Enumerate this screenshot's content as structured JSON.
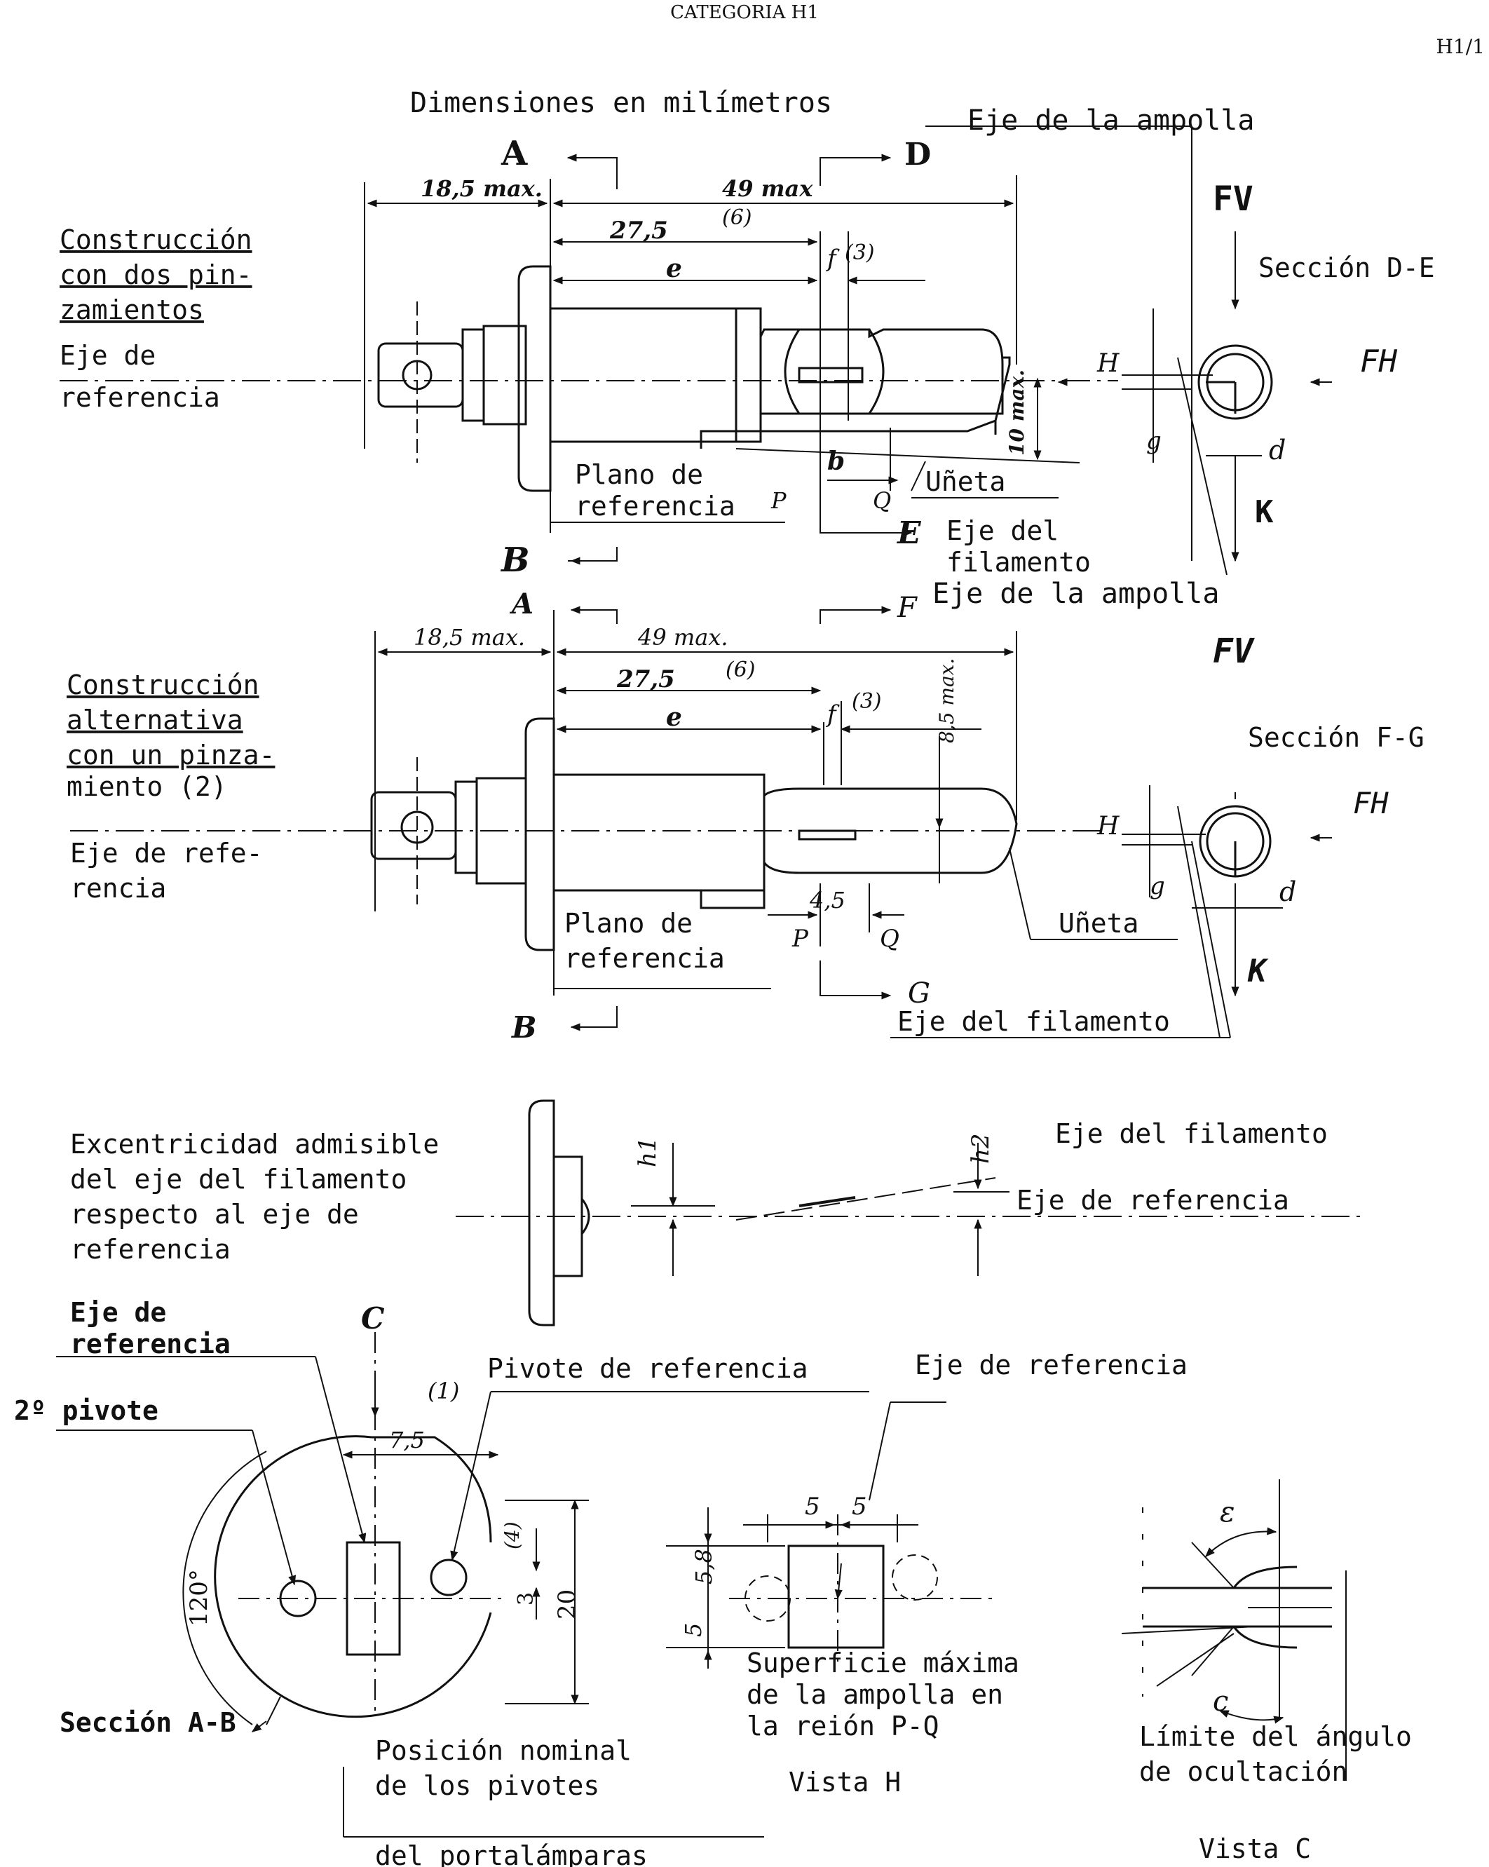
{
  "header": {
    "category": "CATEGORIA H1",
    "sheet": "H1/1"
  },
  "title": "Dimensiones en milímetros",
  "top": {
    "label": [
      "Construcción",
      "con dos pin-",
      "zamientos"
    ],
    "eje_ref": [
      "Eje de",
      "referencia"
    ],
    "eje_ampolla": "Eje de la ampolla",
    "dim_18": "18,5 max.",
    "dim_49": "49 max",
    "note6": "(6)",
    "dim_27": "27,5",
    "dim_e": "e",
    "dim_f": "f",
    "note3": "(3)",
    "dim_10": "10 max.",
    "dim_b": "b",
    "plano": [
      "Plano de",
      "referencia"
    ],
    "p": "P",
    "q": "Q",
    "uneta": "Uñeta",
    "eje_fil": [
      "Eje del",
      "filamento"
    ],
    "sec": "Sección D-E",
    "A": "A",
    "B": "B",
    "D": "D",
    "E": "E",
    "FV": "FV",
    "FH": "FH",
    "H": "H",
    "g": "g",
    "d": "d",
    "K": "K"
  },
  "middle": {
    "label": [
      "Construcción",
      "alternativa",
      "con un pinza-",
      "miento (2)"
    ],
    "eje_ref": [
      "Eje de refe-",
      "rencia"
    ],
    "eje_ampolla": "Eje de la ampolla",
    "dim_18": "18,5 max.",
    "dim_49": "49 max.",
    "note6": "(6)",
    "dim_27": "27,5",
    "dim_e": "e",
    "dim_f": "f",
    "note3": "(3)",
    "dim_85": "8,5 max.",
    "dim_45": "4,5",
    "plano": [
      "Plano de",
      "referencia"
    ],
    "p": "P",
    "q": "Q",
    "uneta": "Uñeta",
    "eje_fil": "Eje del filamento",
    "sec": "Sección F-G",
    "A": "A",
    "B": "B",
    "F": "F",
    "G": "G",
    "FV": "FV",
    "FH": "FH",
    "H": "H",
    "g": "g",
    "d": "d",
    "K": "K"
  },
  "excentricity": {
    "label": [
      "Excentricidad admisible",
      "del eje del filamento",
      "respecto al eje de",
      "referencia"
    ],
    "h1": "h1",
    "h2": "h2",
    "eje_fil": "Eje del filamento",
    "eje_ref": "Eje de referencia"
  },
  "section_ab": {
    "eje_ref": [
      "Eje de",
      "referencia"
    ],
    "C": "C",
    "pivote_ref": "Pivote de referencia",
    "note1": "(1)",
    "pivote2": "2º pivote",
    "dim_75": "7,5",
    "angle": "120°",
    "note4": "(4)",
    "dim_3": "3",
    "dim_20": "20",
    "sec": "Sección A-B",
    "nominal": [
      "Posición nominal",
      "de los pivotes",
      "del portalámparas"
    ]
  },
  "vista_h": {
    "eje_ref": "Eje de referencia",
    "dim_5a": "5",
    "dim_5b": "5",
    "dim_58": "5,8",
    "dim_5c": "5",
    "sup": [
      "Superficie máxima",
      "de la ampolla en",
      "la reión P-Q"
    ],
    "title": "Vista H"
  },
  "vista_c": {
    "eps": "ε",
    "c": "c",
    "limite": [
      "Límite del ángulo",
      "de ocultación"
    ],
    "title": "Vista C"
  }
}
